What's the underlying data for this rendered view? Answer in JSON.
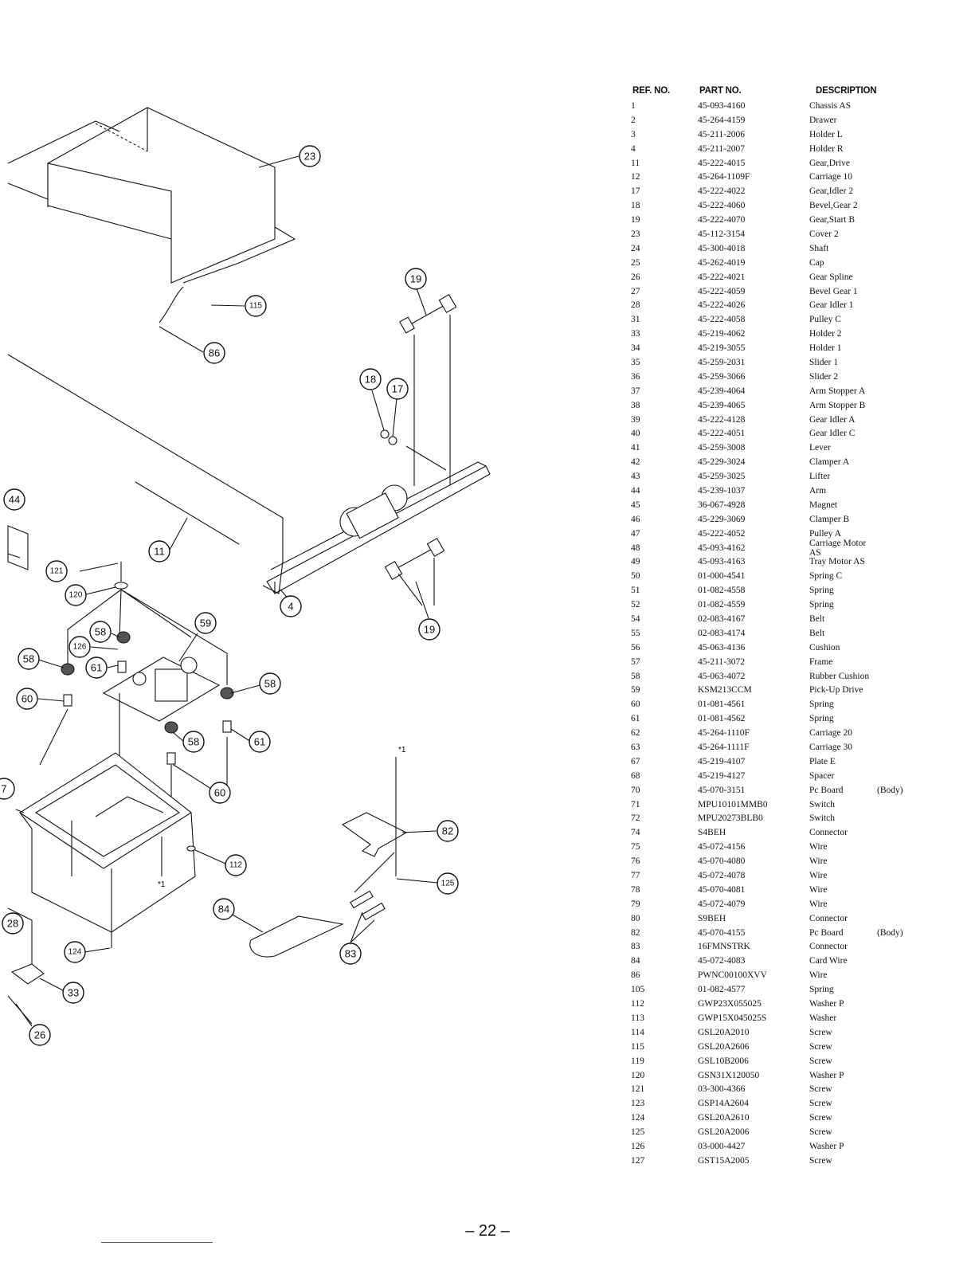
{
  "table": {
    "headers": {
      "ref": "REF. NO.",
      "part": "PART NO.",
      "desc": "DESCRIPTION"
    },
    "rows": [
      {
        "ref": "1",
        "part": "45-093-4160",
        "desc": "Chassis AS",
        "note": ""
      },
      {
        "ref": "2",
        "part": "45-264-4159",
        "desc": "Drawer",
        "note": ""
      },
      {
        "ref": "3",
        "part": "45-211-2006",
        "desc": "Holder L",
        "note": ""
      },
      {
        "ref": "4",
        "part": "45-211-2007",
        "desc": "Holder R",
        "note": ""
      },
      {
        "ref": "11",
        "part": "45-222-4015",
        "desc": "Gear,Drive",
        "note": ""
      },
      {
        "ref": "12",
        "part": "45-264-1109F",
        "desc": "Carriage 10",
        "note": ""
      },
      {
        "ref": "17",
        "part": "45-222-4022",
        "desc": "Gear,Idler 2",
        "note": ""
      },
      {
        "ref": "18",
        "part": "45-222-4060",
        "desc": "Bevel,Gear 2",
        "note": ""
      },
      {
        "ref": "19",
        "part": "45-222-4070",
        "desc": "Gear,Start B",
        "note": ""
      },
      {
        "ref": "23",
        "part": "45-112-3154",
        "desc": "Cover 2",
        "note": ""
      },
      {
        "ref": "24",
        "part": "45-300-4018",
        "desc": "Shaft",
        "note": ""
      },
      {
        "ref": "25",
        "part": "45-262-4019",
        "desc": "Cap",
        "note": ""
      },
      {
        "ref": "26",
        "part": "45-222-4021",
        "desc": "Gear Spline",
        "note": ""
      },
      {
        "ref": "27",
        "part": "45-222-4059",
        "desc": "Bevel Gear 1",
        "note": ""
      },
      {
        "ref": "28",
        "part": "45-222-4026",
        "desc": "Gear Idler 1",
        "note": ""
      },
      {
        "ref": "31",
        "part": "45-222-4058",
        "desc": "Pulley C",
        "note": ""
      },
      {
        "ref": "33",
        "part": "45-219-4062",
        "desc": "Holder 2",
        "note": ""
      },
      {
        "ref": "34",
        "part": "45-219-3055",
        "desc": "Holder 1",
        "note": ""
      },
      {
        "ref": "35",
        "part": "45-259-2031",
        "desc": "Slider 1",
        "note": ""
      },
      {
        "ref": "36",
        "part": "45-259-3066",
        "desc": "Slider 2",
        "note": ""
      },
      {
        "ref": "37",
        "part": "45-239-4064",
        "desc": "Arm Stopper A",
        "note": ""
      },
      {
        "ref": "38",
        "part": "45-239-4065",
        "desc": "Arm Stopper B",
        "note": ""
      },
      {
        "ref": "39",
        "part": "45-222-4128",
        "desc": "Gear Idler A",
        "note": ""
      },
      {
        "ref": "40",
        "part": "45-222-4051",
        "desc": "Gear Idler C",
        "note": ""
      },
      {
        "ref": "41",
        "part": "45-259-3008",
        "desc": "Lever",
        "note": ""
      },
      {
        "ref": "42",
        "part": "45-229-3024",
        "desc": "Clamper A",
        "note": ""
      },
      {
        "ref": "43",
        "part": "45-259-3025",
        "desc": "Lifter",
        "note": ""
      },
      {
        "ref": "44",
        "part": "45-239-1037",
        "desc": "Arm",
        "note": ""
      },
      {
        "ref": "45",
        "part": "36-067-4928",
        "desc": "Magnet",
        "note": ""
      },
      {
        "ref": "46",
        "part": "45-229-3069",
        "desc": "Clamper B",
        "note": ""
      },
      {
        "ref": "47",
        "part": "45-222-4052",
        "desc": "Pulley A",
        "note": ""
      },
      {
        "ref": "48",
        "part": "45-093-4162",
        "desc": "Carriage Motor AS",
        "note": ""
      },
      {
        "ref": "49",
        "part": "45-093-4163",
        "desc": "Tray Motor AS",
        "note": ""
      },
      {
        "ref": "50",
        "part": "01-000-4541",
        "desc": "Spring C",
        "note": ""
      },
      {
        "ref": "51",
        "part": "01-082-4558",
        "desc": "Spring",
        "note": ""
      },
      {
        "ref": "52",
        "part": "01-082-4559",
        "desc": "Spring",
        "note": ""
      },
      {
        "ref": "54",
        "part": "02-083-4167",
        "desc": "Belt",
        "note": ""
      },
      {
        "ref": "55",
        "part": "02-083-4174",
        "desc": "Belt",
        "note": ""
      },
      {
        "ref": "56",
        "part": "45-063-4136",
        "desc": "Cushion",
        "note": ""
      },
      {
        "ref": "57",
        "part": "45-211-3072",
        "desc": "Frame",
        "note": ""
      },
      {
        "ref": "58",
        "part": "45-063-4072",
        "desc": "Rubber Cushion",
        "note": ""
      },
      {
        "ref": "59",
        "part": "KSM213CCM",
        "desc": "Pick-Up Drive",
        "note": ""
      },
      {
        "ref": "60",
        "part": "01-081-4561",
        "desc": "Spring",
        "note": ""
      },
      {
        "ref": "61",
        "part": "01-081-4562",
        "desc": "Spring",
        "note": ""
      },
      {
        "ref": "62",
        "part": "45-264-1110F",
        "desc": "Carriage 20",
        "note": ""
      },
      {
        "ref": "63",
        "part": "45-264-1111F",
        "desc": "Carriage 30",
        "note": ""
      },
      {
        "ref": "67",
        "part": "45-219-4107",
        "desc": "Plate E",
        "note": ""
      },
      {
        "ref": "68",
        "part": "45-219-4127",
        "desc": "Spacer",
        "note": ""
      },
      {
        "ref": "70",
        "part": "45-070-3151",
        "desc": "Pc Board",
        "note": "(Body)"
      },
      {
        "ref": "71",
        "part": "MPU10101MMB0",
        "desc": "Switch",
        "note": ""
      },
      {
        "ref": "72",
        "part": "MPU20273BLB0",
        "desc": "Switch",
        "note": ""
      },
      {
        "ref": "74",
        "part": "S4BEH",
        "desc": "Connector",
        "note": ""
      },
      {
        "ref": "75",
        "part": "45-072-4156",
        "desc": "Wire",
        "note": ""
      },
      {
        "ref": "76",
        "part": "45-070-4080",
        "desc": "Wire",
        "note": ""
      },
      {
        "ref": "77",
        "part": "45-072-4078",
        "desc": "Wire",
        "note": ""
      },
      {
        "ref": "78",
        "part": "45-070-4081",
        "desc": "Wire",
        "note": ""
      },
      {
        "ref": "79",
        "part": "45-072-4079",
        "desc": "Wire",
        "note": ""
      },
      {
        "ref": "80",
        "part": "S9BEH",
        "desc": "Connector",
        "note": ""
      },
      {
        "ref": "82",
        "part": "45-070-4155",
        "desc": "Pc Board",
        "note": "(Body)"
      },
      {
        "ref": "83",
        "part": "16FMNSTRK",
        "desc": "Connector",
        "note": ""
      },
      {
        "ref": "84",
        "part": "45-072-4083",
        "desc": "Card Wire",
        "note": ""
      },
      {
        "ref": "86",
        "part": "PWNC00100XVV",
        "desc": "Wire",
        "note": ""
      },
      {
        "ref": "105",
        "part": "01-082-4577",
        "desc": "Spring",
        "note": ""
      },
      {
        "ref": "112",
        "part": "GWP23X055025",
        "desc": "Washer P",
        "note": ""
      },
      {
        "ref": "113",
        "part": "GWP15X045025S",
        "desc": "Washer",
        "note": ""
      },
      {
        "ref": "114",
        "part": "GSL20A2010",
        "desc": "Screw",
        "note": ""
      },
      {
        "ref": "115",
        "part": "GSL20A2606",
        "desc": "Screw",
        "note": ""
      },
      {
        "ref": "119",
        "part": "GSL10B2006",
        "desc": "Screw",
        "note": ""
      },
      {
        "ref": "120",
        "part": "GSN31X120050",
        "desc": "Washer P",
        "note": ""
      },
      {
        "ref": "121",
        "part": "03-300-4366",
        "desc": "Screw",
        "note": ""
      },
      {
        "ref": "123",
        "part": "GSP14A2604",
        "desc": "Screw",
        "note": ""
      },
      {
        "ref": "124",
        "part": "GSL20A2610",
        "desc": "Screw",
        "note": ""
      },
      {
        "ref": "125",
        "part": "GSL20A2006",
        "desc": "Screw",
        "note": ""
      },
      {
        "ref": "126",
        "part": "03-000-4427",
        "desc": "Washer P",
        "note": ""
      },
      {
        "ref": "127",
        "part": "GST15A2005",
        "desc": "Screw",
        "note": ""
      }
    ]
  },
  "diagram": {
    "callouts": [
      "23",
      "115",
      "86",
      "19",
      "18",
      "17",
      "44",
      "11",
      "121",
      "120",
      "59",
      "58",
      "126",
      "61",
      "58",
      "60",
      "58",
      "61",
      "60",
      "4",
      "19",
      "7",
      "112",
      "82",
      "125",
      "84",
      "83",
      "28",
      "124",
      "33",
      "26"
    ],
    "marks": {
      "star_1": "*1",
      "star_1b": "*1"
    }
  },
  "footer": {
    "page_number": "– 22 –"
  }
}
